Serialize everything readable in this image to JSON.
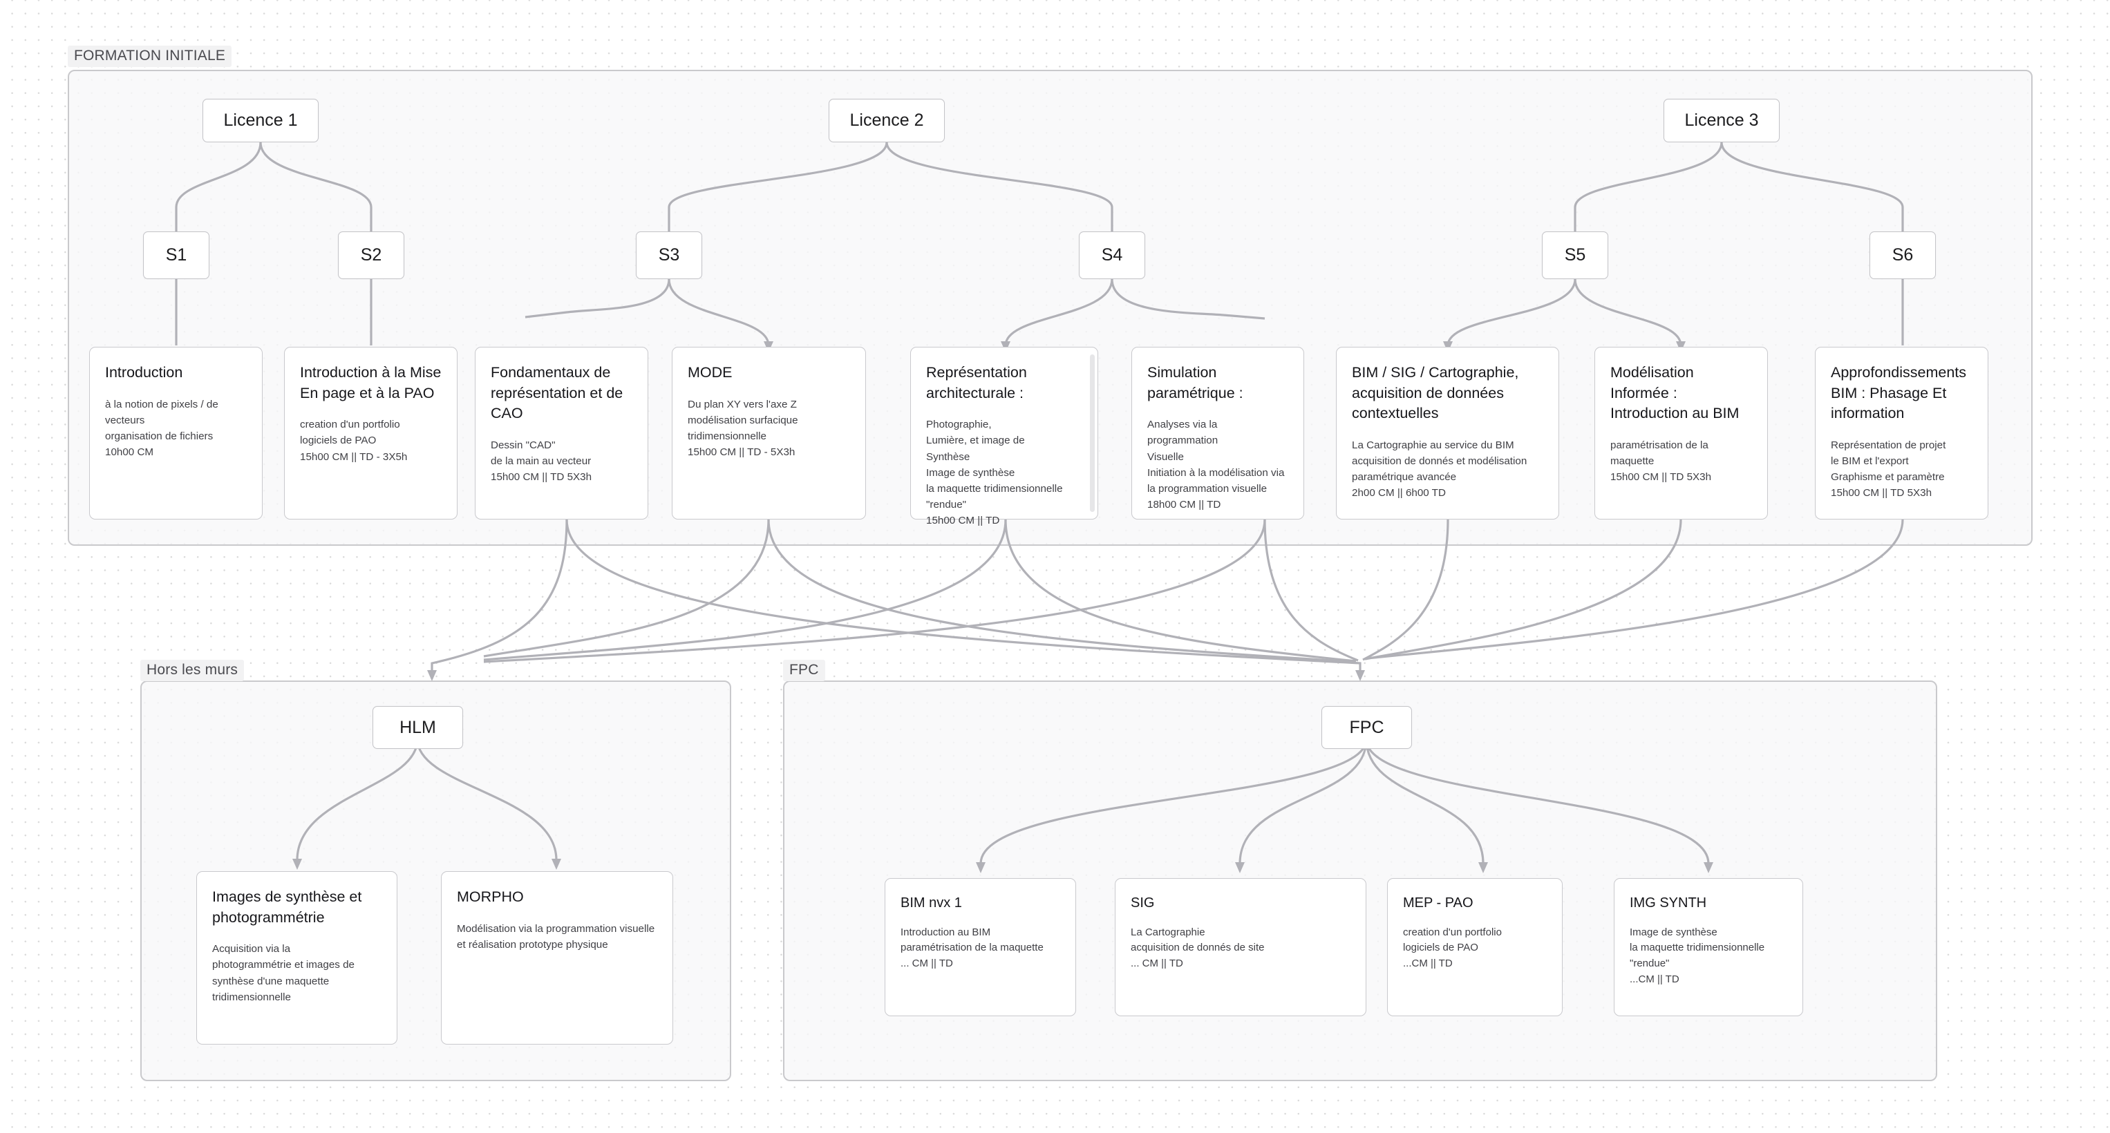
{
  "groups": [
    {
      "id": "formation-initiale",
      "label": "FORMATION INITIALE"
    },
    {
      "id": "hors-les-murs",
      "label": "Hors les murs"
    },
    {
      "id": "fpc",
      "label": "FPC"
    }
  ],
  "nodes": {
    "licence1": "Licence 1",
    "licence2": "Licence 2",
    "licence3": "Licence 3",
    "s1": "S1",
    "s2": "S2",
    "s3": "S3",
    "s4": "S4",
    "s5": "S5",
    "s6": "S6",
    "hlm": "HLM",
    "fpc": "FPC"
  },
  "cards": {
    "introduction": {
      "title": "Introduction",
      "body": "à la notion de pixels / de\nvecteurs\norganisation de fichiers\n10h00 CM"
    },
    "mise_en_page": {
      "title": "Introduction à la Mise\nEn page et à la PAO",
      "body": "creation d'un portfolio\nlogiciels de PAO\n15h00 CM || TD - 3X5h"
    },
    "fondamentaux_cao": {
      "title": "Fondamentaux de\nreprésentation et de\nCAO",
      "body": "Dessin \"CAD\"\nde la main au vecteur\n15h00 CM || TD 5X3h"
    },
    "mode": {
      "title": "MODE",
      "body": "Du plan XY vers l'axe Z\nmodélisation surfacique\ntridimensionnelle\n15h00 CM || TD - 5X3h"
    },
    "representation_architecturale": {
      "title": "Représentation\narchitecturale :",
      "body": "Photographie,\nLumière, et image de\nSynthèse\nImage de synthèse\nla maquette tridimensionnelle\n\"rendue\"\n15h00 CM || TD"
    },
    "simulation_parametrique": {
      "title": "Simulation\nparamétrique :",
      "body": "Analyses via la\nprogrammation\nVisuelle\nInitiation à la modélisation via\nla programmation visuelle\n18h00 CM || TD"
    },
    "bim_sig_cartographie": {
      "title": "BIM / SIG / Cartographie,\nacquisition de données\ncontextuelles",
      "body": "La Cartographie au service du BIM\nacquisition de donnés et modélisation\nparamétrique avancée\n2h00 CM || 6h00 TD"
    },
    "modelisation_informee": {
      "title": "Modélisation\nInformée :\nIntroduction au BIM",
      "body": "paramétrisation de la\nmaquette\n15h00 CM || TD 5X3h"
    },
    "approfondissements_bim": {
      "title": "Approfondissements\nBIM : Phasage Et\ninformation",
      "body": "Représentation de projet\nle BIM et l'export\nGraphisme et paramètre\n15h00 CM || TD 5X3h"
    },
    "images_synthese": {
      "title": "Images de synthèse et\nphotogrammétrie",
      "body": "Acquisition via la\nphotogrammétrie et images de\nsynthèse d'une maquette\ntridimensionnelle"
    },
    "morpho": {
      "title": "MORPHO",
      "body": "Modélisation via la programmation visuelle\net réalisation prototype physique"
    },
    "bim_nvx_1": {
      "title": "BIM nvx 1",
      "body": "Introduction au BIM\nparamétrisation de la maquette\n... CM || TD"
    },
    "sig": {
      "title": "SIG",
      "body": "La Cartographie\nacquisition de donnés de site\n... CM || TD"
    },
    "mep_pao": {
      "title": "MEP - PAO",
      "body": "creation d'un portfolio\nlogiciels de PAO\n...CM || TD"
    },
    "img_synth": {
      "title": "IMG SYNTH",
      "body": "Image de synthèse\nla maquette tridimensionnelle\n\"rendue\"\n...CM || TD"
    }
  },
  "colors": {
    "edge": "#b1b1b7",
    "card_border": "#c9c9cd",
    "group_border": "#c9c9cc",
    "group_fill": "#f7f7f8",
    "canvas": "#ffffff",
    "dot": "#d9d9d9",
    "title_text": "#16161a",
    "body_text": "#404045",
    "label_text": "#4a4a4f"
  }
}
